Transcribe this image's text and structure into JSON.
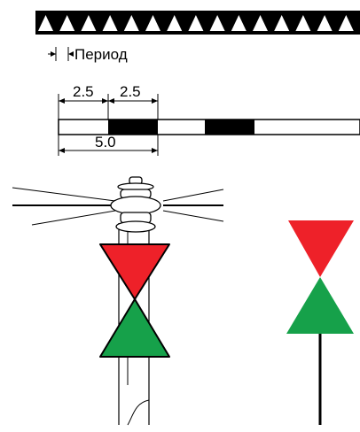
{
  "period_label": "Период",
  "dimensions": {
    "left_segment": "2.5",
    "right_segment": "2.5",
    "total": "5.0"
  },
  "colors": {
    "black": "#000000",
    "red": "#ee2129",
    "green": "#16a14a",
    "white": "#ffffff"
  }
}
